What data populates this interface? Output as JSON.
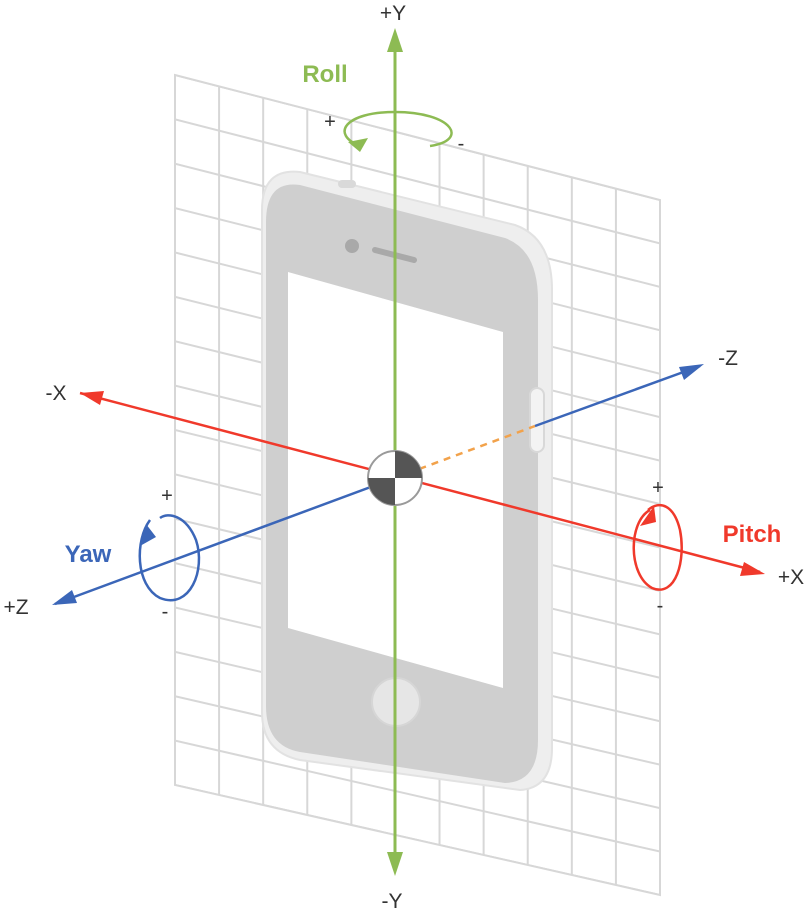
{
  "axes": {
    "y_pos": "+Y",
    "y_neg": "-Y",
    "x_pos": "+X",
    "x_neg": "-X",
    "z_pos": "+Z",
    "z_neg": "-Z"
  },
  "rotations": {
    "roll": {
      "label": "Roll",
      "plus": "+",
      "minus": "-"
    },
    "yaw": {
      "label": "Yaw",
      "plus": "+",
      "minus": "-"
    },
    "pitch": {
      "label": "Pitch",
      "plus": "+",
      "minus": "-"
    }
  },
  "colors": {
    "y_axis": "#8dbb53",
    "x_axis": "#f0392b",
    "z_axis": "#3b66b8",
    "z_hidden": "#f2a24b",
    "grid": "#d7d7d7",
    "phone_body": "#cfcfcf",
    "phone_screen": "#ffffff"
  }
}
